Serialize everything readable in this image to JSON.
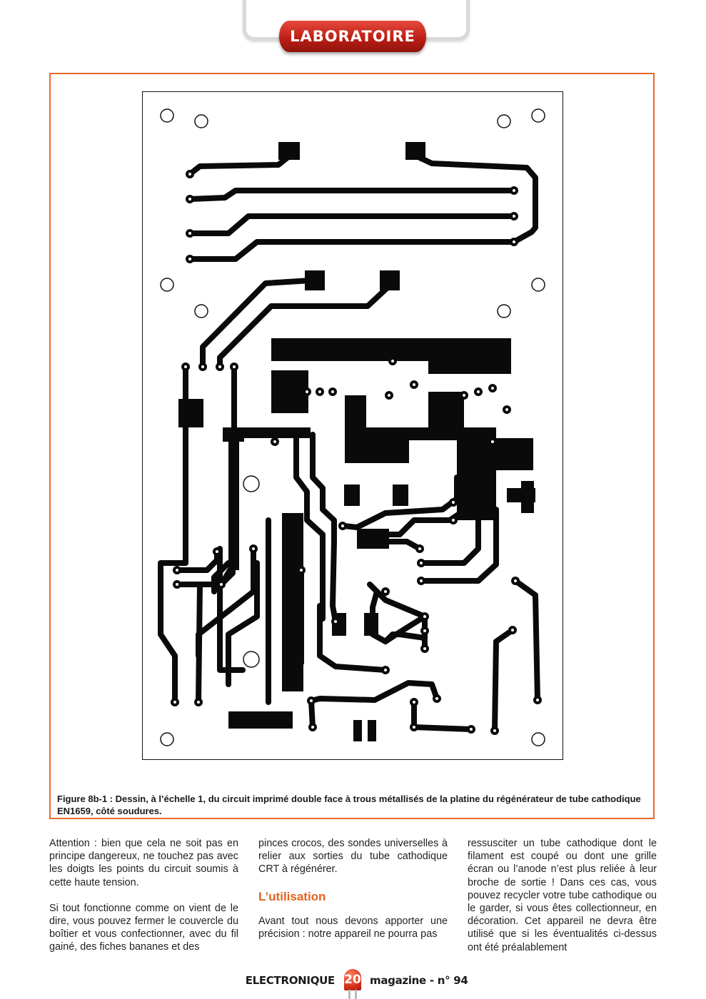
{
  "header": {
    "section_label": "LABORATOIRE"
  },
  "figure": {
    "caption": "Figure 8b-1 : Dessin, à l’échelle 1, du circuit imprimé double face à trous métallisés de la platine du régénérateur de tube cathodique EN1659, côté soudures."
  },
  "article": {
    "col1_p1": "Attention : bien que cela ne soit pas en principe dangereux, ne touchez pas avec les doigts les points du circuit soumis à cette haute tension.",
    "col1_p2": "Si tout fonctionne comme on vient de le dire, vous pouvez fermer le couvercle du boîtier et vous confectionner, avec du fil gainé, des fiches bananes et des",
    "col2_p1": "pinces crocos, des sondes universelles à relier aux sorties du tube cathodique CRT à régénérer.",
    "col2_heading": "L’utilisation",
    "col2_p2": "Avant tout nous devons apporter une précision : notre appareil ne pourra pas",
    "col3_p1": "ressusciter un tube cathodique dont le filament est coupé ou dont une grille écran ou l’anode n’est plus reliée à leur broche de sortie ! Dans ces cas, vous pouvez recycler votre tube cathodique ou le garder, si vous êtes collectionneur, en décoration. Cet appareil ne devra être utilisé que si les éventualités ci-dessus ont été préalablement"
  },
  "footer": {
    "magazine_name": "ELECTRONIQUE",
    "page_number": "20",
    "issue": "magazine - n° 94"
  }
}
